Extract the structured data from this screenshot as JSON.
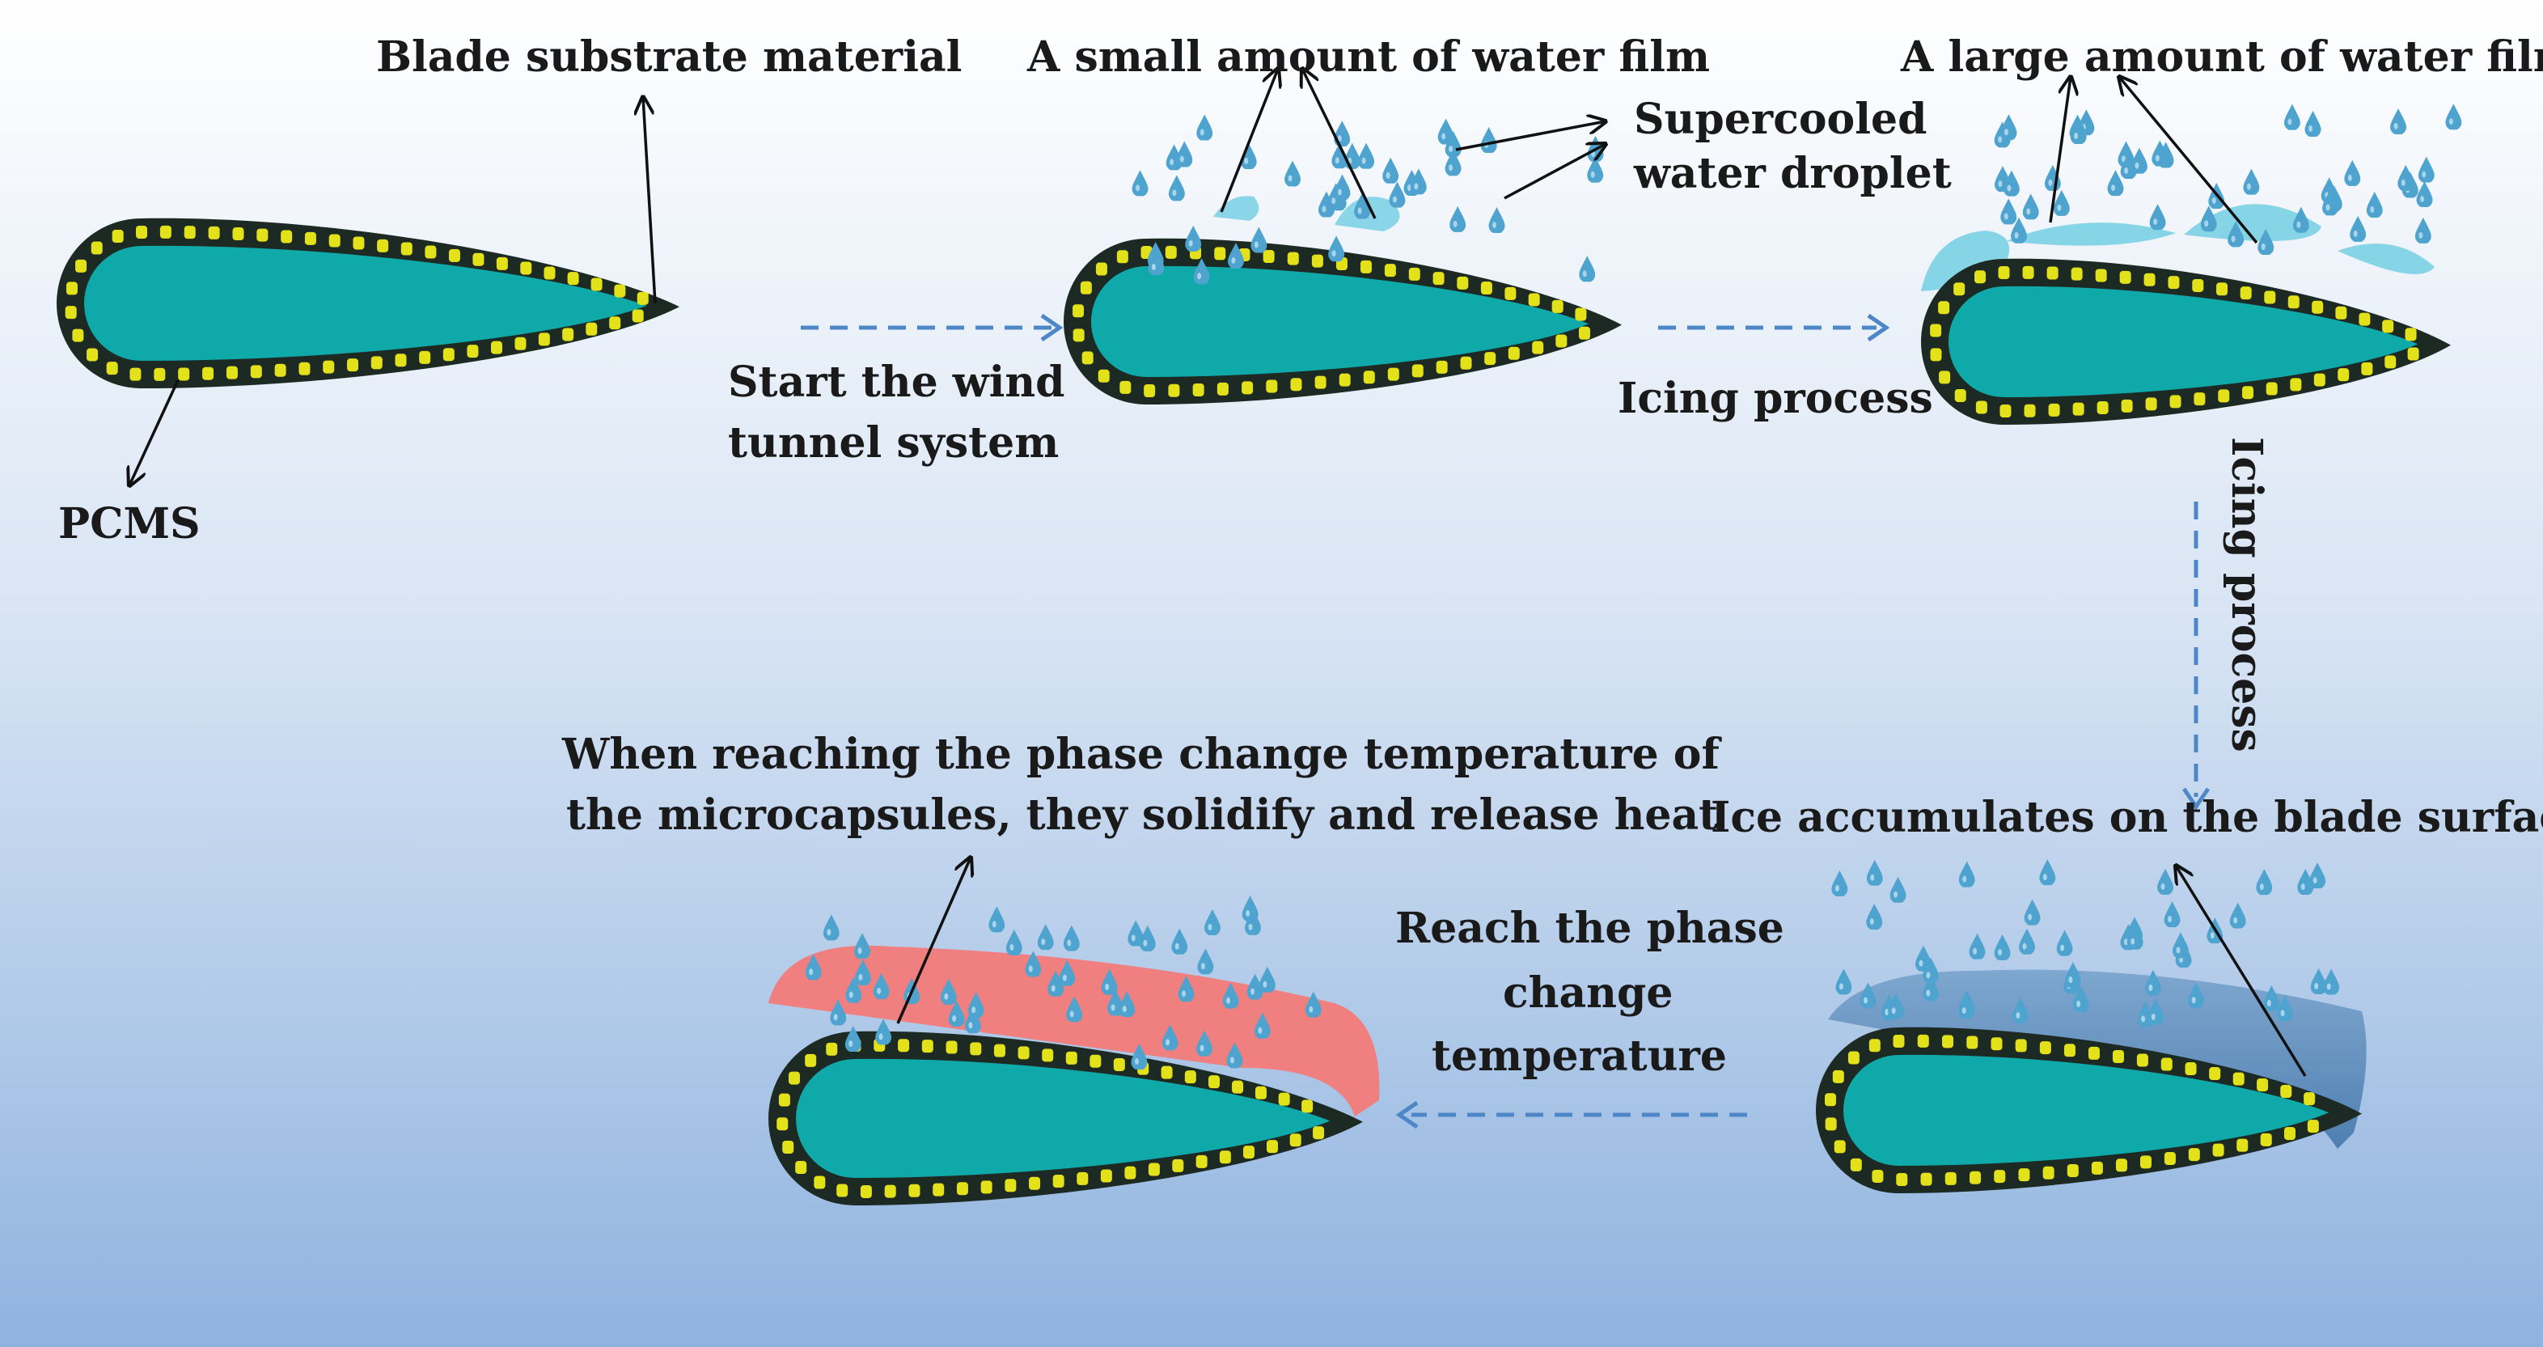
{
  "labels": {
    "blade_substrate": "Blade substrate material",
    "pcms": "PCMS",
    "small_water_film": "A small amount of water film",
    "large_water_film": "A large amount of water film",
    "supercooled_line1": "Supercooled",
    "supercooled_line2": "water droplet",
    "start_wind_line1": "Start the wind",
    "start_wind_line2": "tunnel system",
    "icing_process_1": "Icing process",
    "icing_process_2": "Icing process",
    "ice_accumulates": "Ice accumulates on the blade surface",
    "phase_change_line1": "Reach the phase",
    "phase_change_line2": "change",
    "phase_change_line3": "temperature",
    "release_heat_line1": "When reaching the phase change temperature of",
    "release_heat_line2": "the microcapsules, they solidify and release heat"
  },
  "colors": {
    "blade_core": "#0fa9a9",
    "blade_shell": "#1d2a24",
    "pcm_capsule": "#e3e11a",
    "droplet": "#4fa3cf",
    "water_film": "#7ed3e6",
    "ice_layer": "#5d8fbd",
    "heat_layer": "#f07f7f",
    "flow_arrow": "#4d87c7",
    "background_top": "#ffffff",
    "background_bottom": "#8fb3df"
  }
}
